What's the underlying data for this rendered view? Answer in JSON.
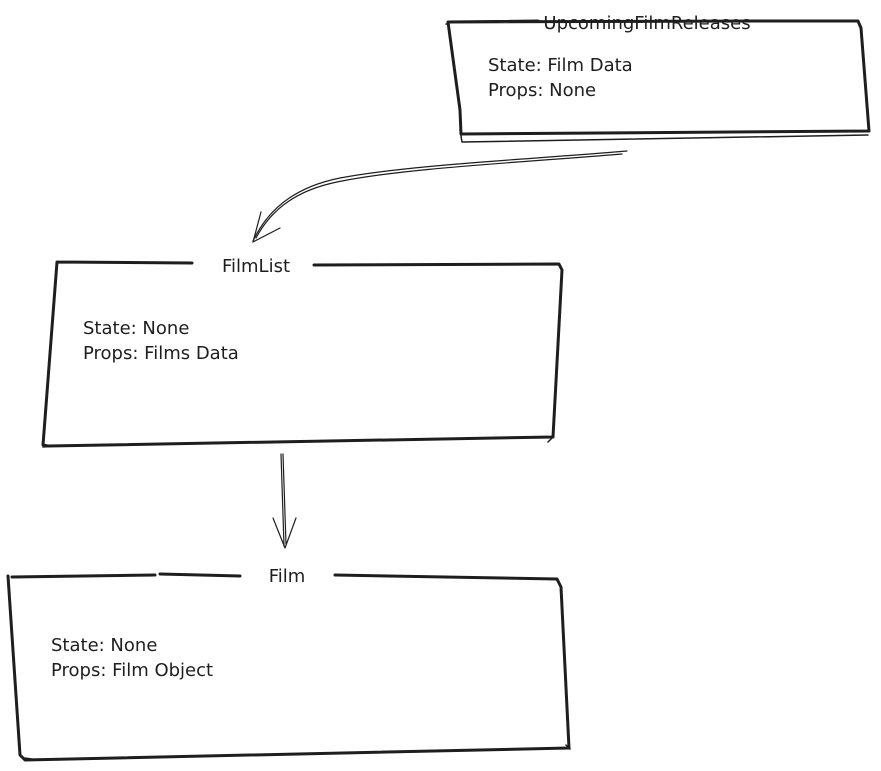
{
  "components": [
    {
      "id": "upcoming",
      "title": "UpcomingFilmReleases",
      "state": "State: Film Data",
      "props": "Props: None"
    },
    {
      "id": "filmlist",
      "title": "FilmList",
      "state": "State: None",
      "props": "Props: Films Data"
    },
    {
      "id": "film",
      "title": "Film",
      "state": "State: None",
      "props": "Props: Film Object"
    }
  ],
  "connections": [
    {
      "from": "UpcomingFilmReleases",
      "to": "FilmList"
    },
    {
      "from": "FilmList",
      "to": "Film"
    }
  ],
  "colors": {
    "stroke": "#1e1e1e",
    "background": "#ffffff"
  }
}
